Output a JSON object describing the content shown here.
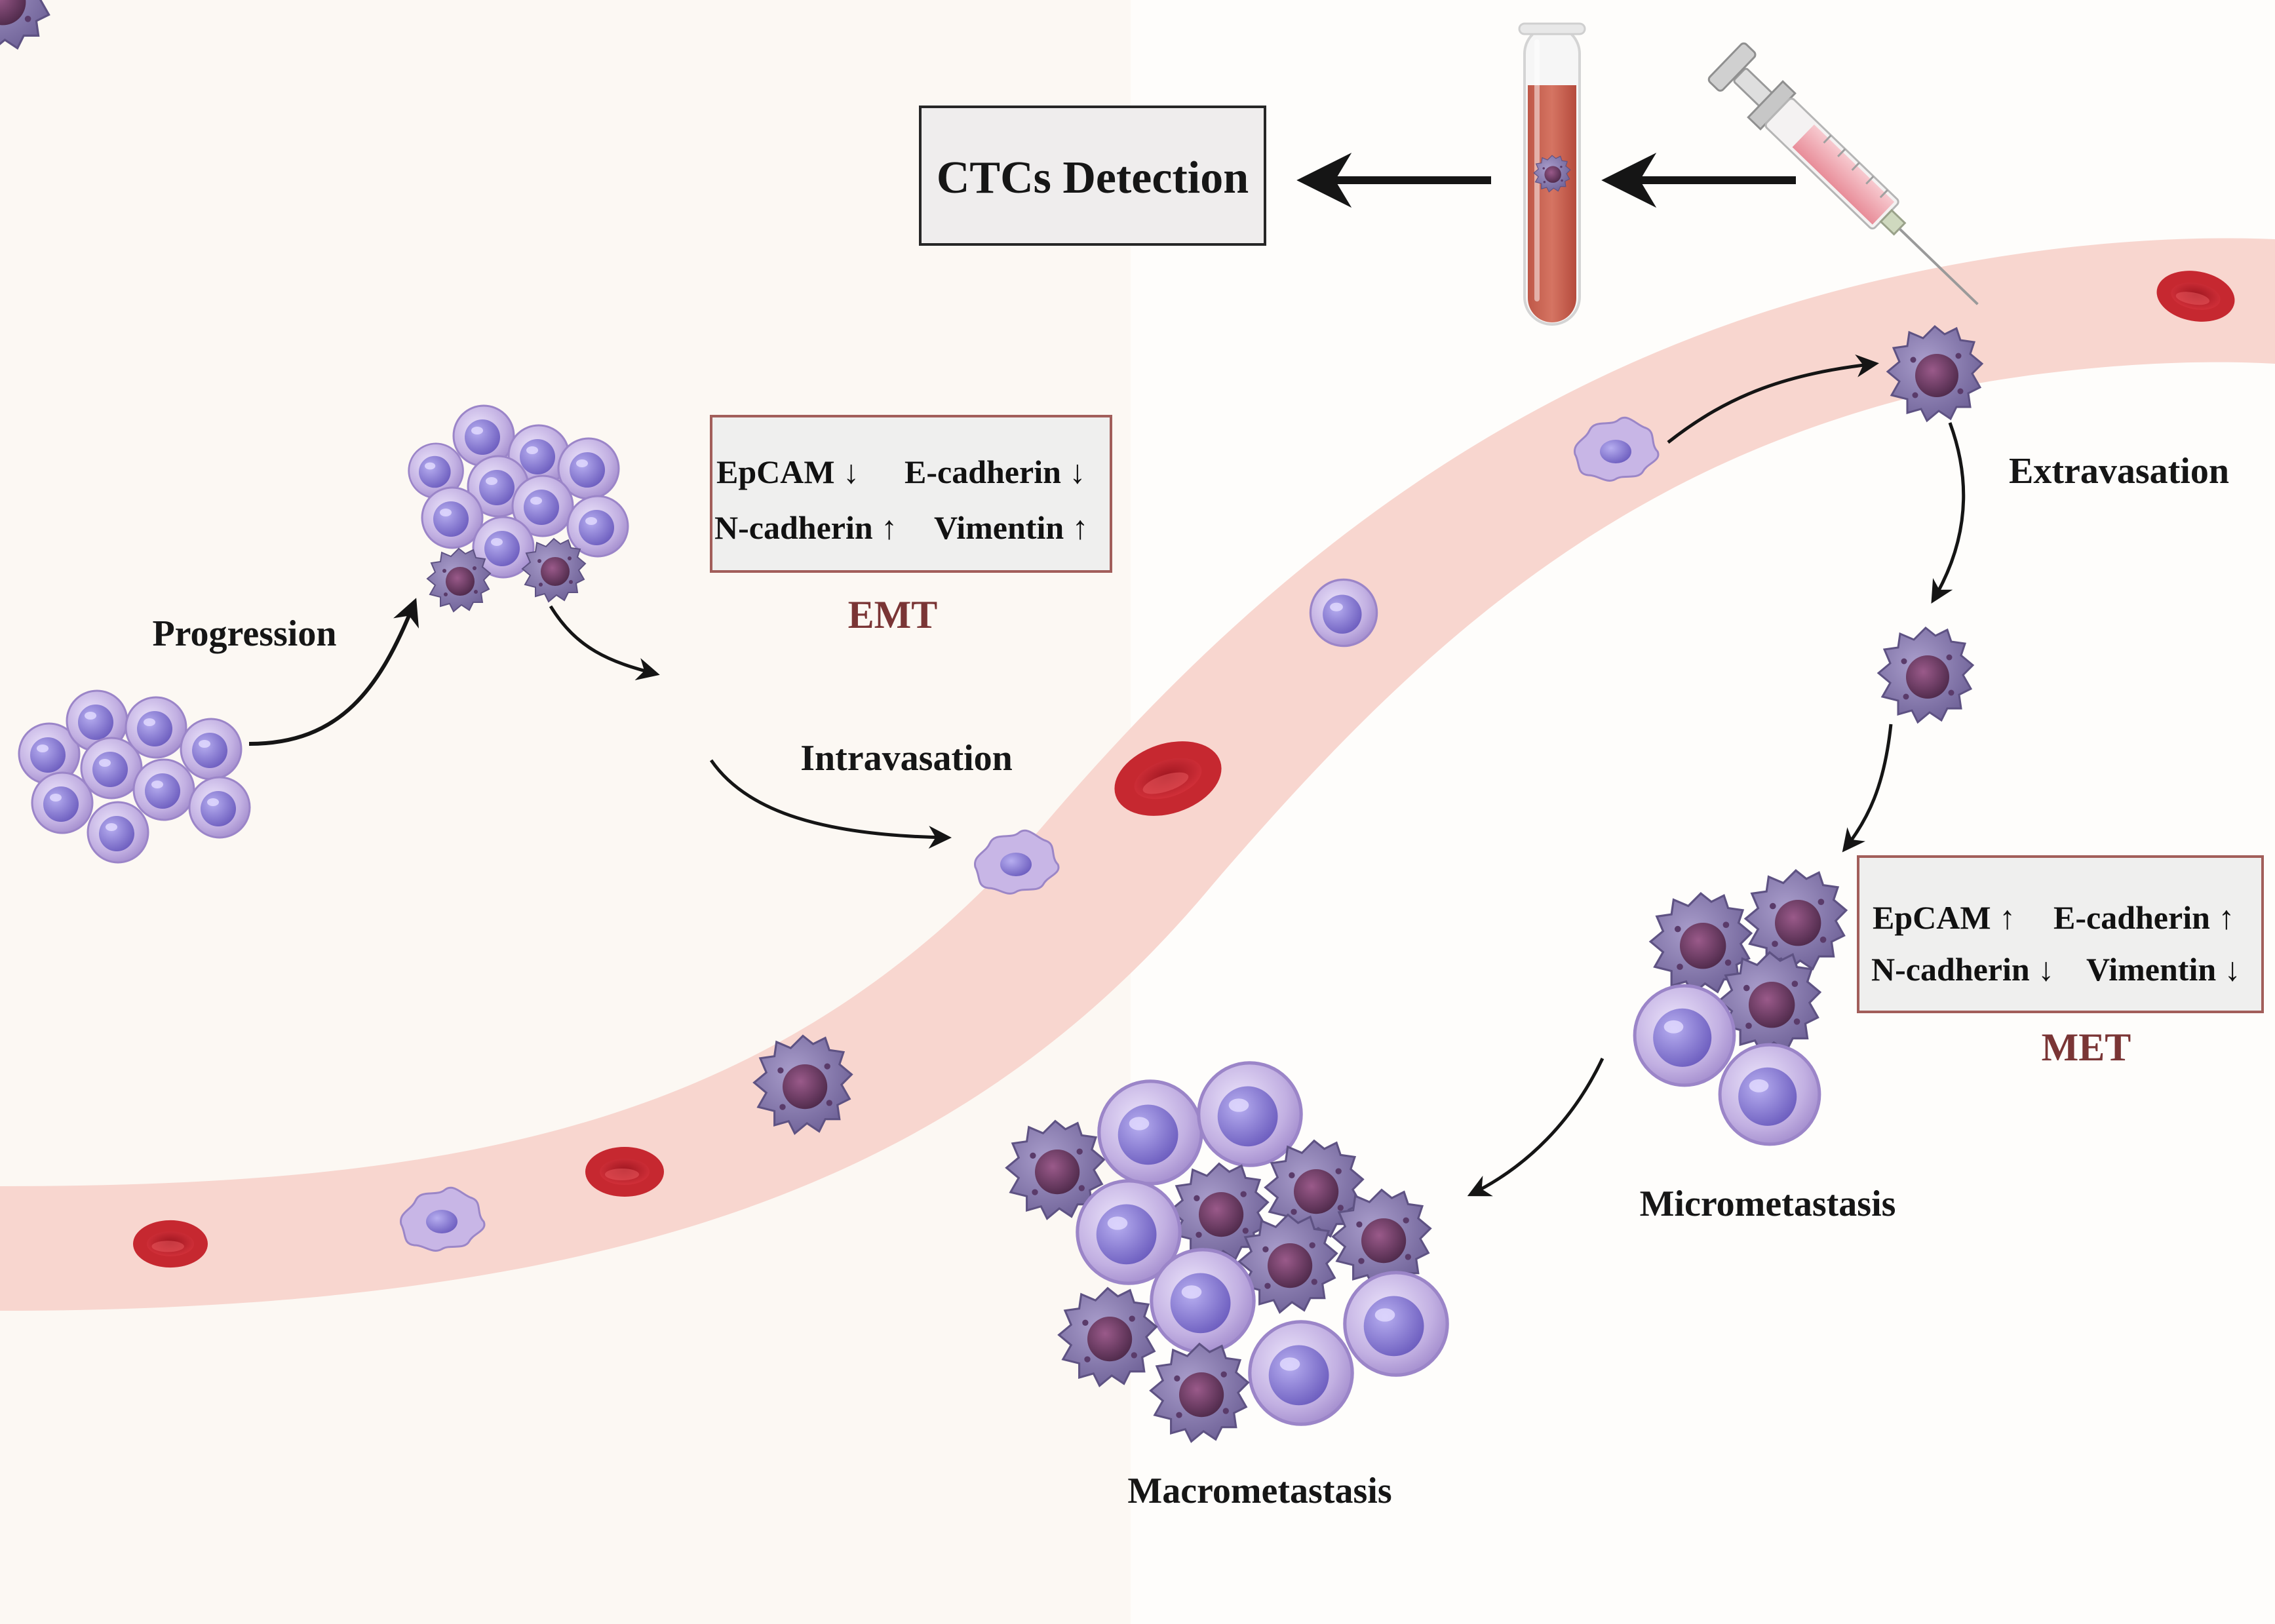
{
  "detection": {
    "label": "CTCs Detection"
  },
  "stages": {
    "progression": "Progression",
    "intravasation": "Intravasation",
    "extravasation": "Extravasation",
    "micrometastasis": "Micrometastasis",
    "macrometastasis": "Macrometastasis"
  },
  "emt": {
    "title": "EMT",
    "row1_left": "EpCAM ↓",
    "row1_right": "E-cadherin ↓",
    "row2_left": "N-cadherin ↑",
    "row2_right": "Vimentin ↑"
  },
  "met": {
    "title": "MET",
    "row1_left": "EpCAM ↑",
    "row1_right": "E-cadherin ↑",
    "row2_left": "N-cadherin ↓",
    "row2_right": "Vimentin ↓"
  },
  "colors": {
    "vessel": "#f9d9d3",
    "background_left": "#fdfaf6",
    "background_right": "#fefdfb",
    "phase_title": "#7a3535",
    "box_fill": "#efefee",
    "box_border_detection": "#2b2b2b",
    "box_border_marker": "#a25e5a",
    "red_blood_cell": "#c8242c",
    "epithelial_cell": "#b59fd8",
    "mesenchymal_cell": "#8d7fae",
    "arrow": "#151515"
  },
  "icons": [
    "test-tube-icon",
    "syringe-icon",
    "red-blood-cell-icon",
    "tumor-cell-icon",
    "mesenchymal-cell-icon"
  ]
}
